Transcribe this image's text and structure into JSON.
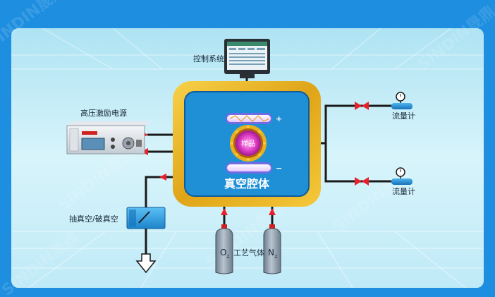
{
  "labels": {
    "control_system": "控制系统",
    "power_supply": "高压激励电源",
    "vacuum_chamber": "真空腔体",
    "sample": "样品",
    "flowmeter_top": "流量计",
    "flowmeter_bottom": "流量计",
    "pump_valve": "抽真空/破真空",
    "process_gas": "工艺气体",
    "gas_o2": "O",
    "gas_o2_sub": "2",
    "gas_n2": "N",
    "gas_n2_sub": "2",
    "electrode_plus": "+",
    "electrode_minus": "−",
    "watermark": "SINDIN晟鼎"
  },
  "colors": {
    "background": "#1d8ee0",
    "panel": "#c9eef8",
    "chamber_frame": "#e8b020",
    "chamber_inner": "#1f8fd6",
    "pipe": "#1a1a1a",
    "valve": "#e8202a",
    "sample": "#e040c8",
    "gas_cylinder": "#8a98a8"
  }
}
